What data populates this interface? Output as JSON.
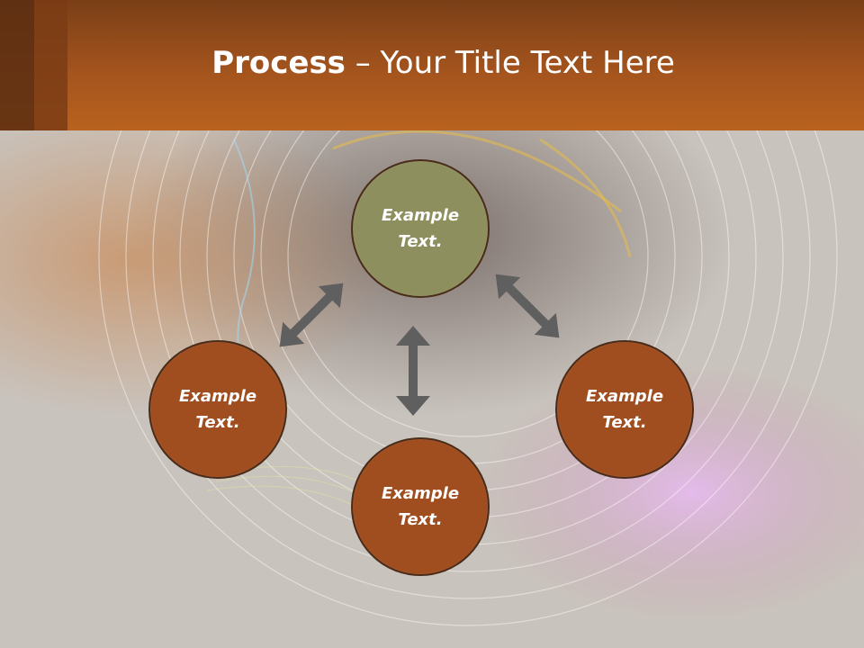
{
  "slide": {
    "title_bold": "Process",
    "title_rest": " – Your Title Text Here"
  },
  "nodes": {
    "top": "Example Text.",
    "left": "Example Text.",
    "bottom": "Example Text.",
    "right": "Example Text."
  },
  "colors": {
    "header": "#b9621f",
    "node_top": "#8e8f5e",
    "node_other": "#a04d1f",
    "arrow": "#5f5f5f"
  }
}
